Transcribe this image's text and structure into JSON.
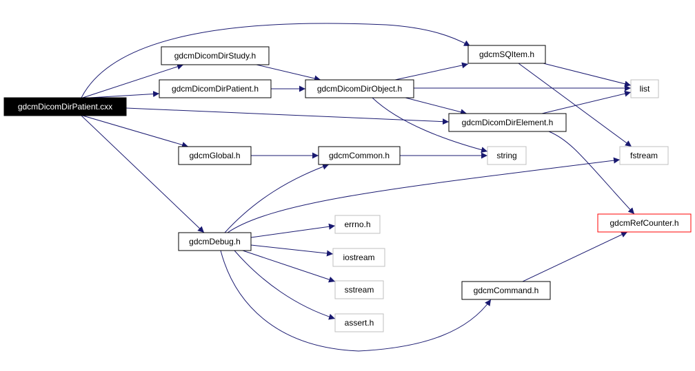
{
  "colors": {
    "edge": "#191970",
    "box_normal": "#000000",
    "box_external": "#bfbfbf",
    "box_highlight": "#ff0000",
    "root_fill": "#000000",
    "root_text": "#ffffff",
    "text": "#000000"
  },
  "nodes": [
    {
      "id": "root",
      "label": "gdcmDicomDirPatient.cxx",
      "style": "root"
    },
    {
      "id": "study",
      "label": "gdcmDicomDirStudy.h",
      "style": "normal"
    },
    {
      "id": "patient",
      "label": "gdcmDicomDirPatient.h",
      "style": "normal"
    },
    {
      "id": "object",
      "label": "gdcmDicomDirObject.h",
      "style": "normal"
    },
    {
      "id": "sqitem",
      "label": "gdcmSQItem.h",
      "style": "normal"
    },
    {
      "id": "element",
      "label": "gdcmDicomDirElement.h",
      "style": "normal"
    },
    {
      "id": "global",
      "label": "gdcmGlobal.h",
      "style": "normal"
    },
    {
      "id": "common",
      "label": "gdcmCommon.h",
      "style": "normal"
    },
    {
      "id": "debug",
      "label": "gdcmDebug.h",
      "style": "normal"
    },
    {
      "id": "command",
      "label": "gdcmCommand.h",
      "style": "normal"
    },
    {
      "id": "list",
      "label": "list",
      "style": "external"
    },
    {
      "id": "string",
      "label": "string",
      "style": "external"
    },
    {
      "id": "fstream",
      "label": "fstream",
      "style": "external"
    },
    {
      "id": "refcounter",
      "label": "gdcmRefCounter.h",
      "style": "highlight"
    },
    {
      "id": "errno",
      "label": "errno.h",
      "style": "external"
    },
    {
      "id": "iostream",
      "label": "iostream",
      "style": "external"
    },
    {
      "id": "sstream",
      "label": "sstream",
      "style": "external"
    },
    {
      "id": "assert",
      "label": "assert.h",
      "style": "external"
    }
  ],
  "edges": [
    [
      "root",
      "sqitem"
    ],
    [
      "root",
      "study"
    ],
    [
      "root",
      "patient"
    ],
    [
      "root",
      "element"
    ],
    [
      "root",
      "global"
    ],
    [
      "root",
      "debug"
    ],
    [
      "study",
      "object"
    ],
    [
      "patient",
      "object"
    ],
    [
      "object",
      "sqitem"
    ],
    [
      "object",
      "list"
    ],
    [
      "object",
      "element"
    ],
    [
      "object",
      "string"
    ],
    [
      "sqitem",
      "list"
    ],
    [
      "sqitem",
      "fstream"
    ],
    [
      "element",
      "list"
    ],
    [
      "element",
      "refcounter"
    ],
    [
      "global",
      "common"
    ],
    [
      "common",
      "string"
    ],
    [
      "debug",
      "common"
    ],
    [
      "debug",
      "fstream"
    ],
    [
      "debug",
      "errno"
    ],
    [
      "debug",
      "iostream"
    ],
    [
      "debug",
      "sstream"
    ],
    [
      "debug",
      "assert"
    ],
    [
      "debug",
      "command"
    ],
    [
      "command",
      "refcounter"
    ]
  ]
}
